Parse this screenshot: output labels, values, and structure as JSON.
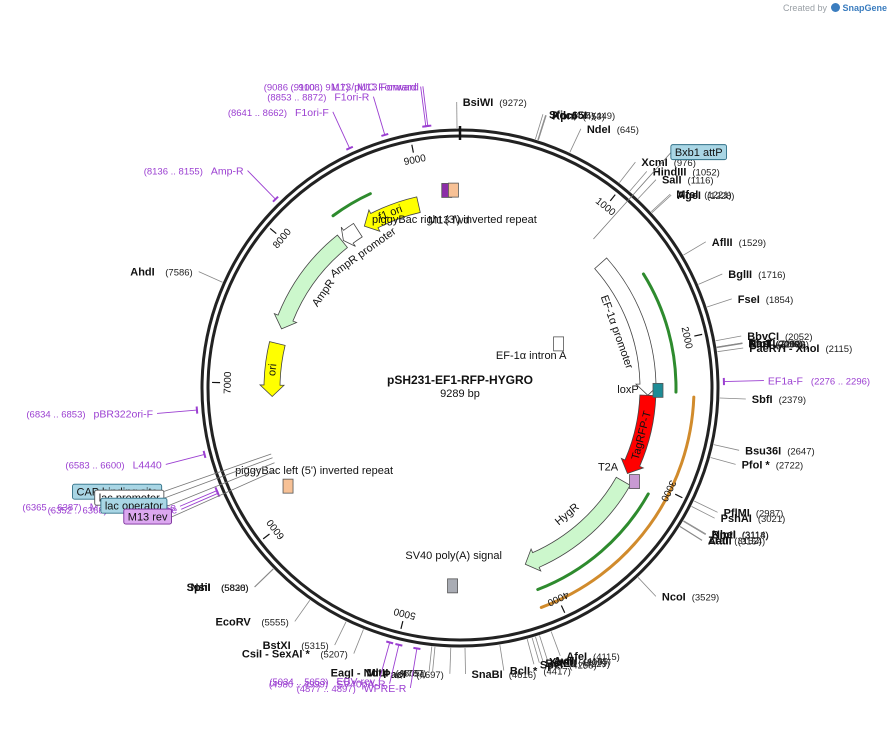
{
  "app": {
    "credit_prefix": "Created by",
    "credit_brand": "SnapGene"
  },
  "plasmid": {
    "name": "pSH231-EF1-RFP-HYGRO",
    "length_label": "9289 bp",
    "total_bp": 9289
  },
  "ticks": [
    {
      "bp": 1000,
      "label": "1000"
    },
    {
      "bp": 2000,
      "label": "2000"
    },
    {
      "bp": 3000,
      "label": "3000"
    },
    {
      "bp": 4000,
      "label": "4000"
    },
    {
      "bp": 5000,
      "label": "5000"
    },
    {
      "bp": 6000,
      "label": "6000"
    },
    {
      "bp": 7000,
      "label": "7000"
    },
    {
      "bp": 8000,
      "label": "8000"
    },
    {
      "bp": 9000,
      "label": "9000"
    }
  ],
  "enzymes": [
    {
      "name": "BsiWI",
      "pos": "(9272)",
      "bp": 9272,
      "side": "top"
    },
    {
      "name": "SfiI",
      "pos": "(435)",
      "bp": 435,
      "side": "right"
    },
    {
      "name": "Acc65I",
      "pos": "(449)",
      "bp": 449,
      "side": "right"
    },
    {
      "name": "KpnI",
      "pos": "(453)",
      "bp": 453,
      "side": "right"
    },
    {
      "name": "NdeI",
      "pos": "(645)",
      "bp": 645,
      "side": "right"
    },
    {
      "name": "XcmI",
      "pos": "(976)",
      "bp": 976,
      "side": "right"
    },
    {
      "name": "HindIII",
      "pos": "(1052)",
      "bp": 1052,
      "side": "right"
    },
    {
      "name": "SalI",
      "pos": "(1116)",
      "bp": 1116,
      "side": "right"
    },
    {
      "name": "MfeI",
      "pos": "(1221)",
      "bp": 1221,
      "side": "right"
    },
    {
      "name": "AgeI",
      "pos": "(1228)",
      "bp": 1228,
      "side": "right"
    },
    {
      "name": "AflII",
      "pos": "(1529)",
      "bp": 1529,
      "side": "right"
    },
    {
      "name": "BglII",
      "pos": "(1716)",
      "bp": 1716,
      "side": "right"
    },
    {
      "name": "FseI",
      "pos": "(1854)",
      "bp": 1854,
      "side": "right"
    },
    {
      "name": "BbvCI",
      "pos": "(2052)",
      "bp": 2052,
      "side": "right"
    },
    {
      "name": "KasI",
      "pos": "(2088)",
      "bp": 2088,
      "side": "right"
    },
    {
      "name": "NarI",
      "pos": "(2089)",
      "bp": 2089,
      "side": "right"
    },
    {
      "name": "SfoI",
      "pos": "(2090)",
      "bp": 2090,
      "side": "right"
    },
    {
      "name": "PluTI",
      "pos": "(2092)",
      "bp": 2092,
      "side": "right"
    },
    {
      "name": "PaeR7I  - XhoI",
      "pos": "(2115)",
      "bp": 2115,
      "side": "right"
    },
    {
      "name": "SbfI",
      "pos": "(2379)",
      "bp": 2379,
      "side": "right"
    },
    {
      "name": "Bsu36I",
      "pos": "(2647)",
      "bp": 2647,
      "side": "right"
    },
    {
      "name": "PfoI *",
      "pos": "(2722)",
      "bp": 2722,
      "side": "right"
    },
    {
      "name": "PflMI",
      "pos": "(2987)",
      "bp": 2987,
      "side": "right"
    },
    {
      "name": "PshAI",
      "pos": "(3021)",
      "bp": 3021,
      "side": "right"
    },
    {
      "name": "NheI",
      "pos": "(3114)",
      "bp": 3114,
      "side": "right"
    },
    {
      "name": "BmtI",
      "pos": "(3118)",
      "bp": 3118,
      "side": "right"
    },
    {
      "name": "ZraI",
      "pos": "(3152)",
      "bp": 3152,
      "side": "right"
    },
    {
      "name": "AatII",
      "pos": "(3154)",
      "bp": 3154,
      "side": "right"
    },
    {
      "name": "NcoI",
      "pos": "(3529)",
      "bp": 3529,
      "side": "right"
    },
    {
      "name": "AfeI",
      "pos": "(4115)",
      "bp": 4115,
      "side": "right"
    },
    {
      "name": "AvrII",
      "pos": "(4185)",
      "bp": 4185,
      "side": "right"
    },
    {
      "name": "XbaI",
      "pos": "(4209)",
      "bp": 4209,
      "side": "right"
    },
    {
      "name": "BstEII",
      "pos": "(4229)",
      "bp": 4229,
      "side": "right"
    },
    {
      "name": "SpeI",
      "pos": "(4258)",
      "bp": 4258,
      "side": "right"
    },
    {
      "name": "BclI *",
      "pos": "(4417)",
      "bp": 4417,
      "side": "right"
    },
    {
      "name": "SnaBI",
      "pos": "(4616)",
      "bp": 4616,
      "side": "right"
    },
    {
      "name": "PacI",
      "pos": "(4697)",
      "bp": 4697,
      "side": "left"
    },
    {
      "name": "MluI",
      "pos": "(4787)",
      "bp": 4787,
      "side": "left"
    },
    {
      "name": "EagI  - NotI",
      "pos": "(4805)",
      "bp": 4805,
      "side": "left"
    },
    {
      "name": "CsiI  - SexAI *",
      "pos": "(5207)",
      "bp": 5207,
      "side": "left"
    },
    {
      "name": "BstXI",
      "pos": "(5315)",
      "bp": 5315,
      "side": "left"
    },
    {
      "name": "EcoRV",
      "pos": "(5555)",
      "bp": 5555,
      "side": "left"
    },
    {
      "name": "NsiI",
      "pos": "(5828)",
      "bp": 5828,
      "side": "left"
    },
    {
      "name": "SphI",
      "pos": "(5830)",
      "bp": 5830,
      "side": "left"
    },
    {
      "name": "AhdI",
      "pos": "(7586)",
      "bp": 7586,
      "side": "left"
    }
  ],
  "primers": [
    {
      "name": "M13 Forward",
      "range": "(9100 .. 9117)",
      "bp": 9108
    },
    {
      "name": "M13/pUC Forward",
      "range": "(9086 .. 9108)",
      "bp": 9097
    },
    {
      "name": "F1ori-R",
      "range": "(8853 .. 8872)",
      "bp": 8862
    },
    {
      "name": "F1ori-F",
      "range": "(8641 .. 8662)",
      "bp": 8651
    },
    {
      "name": "Amp-R",
      "range": "(8136 .. 8155)",
      "bp": 8145
    },
    {
      "name": "pBR322ori-F",
      "range": "(6834 .. 6853)",
      "bp": 6843
    },
    {
      "name": "L4440",
      "range": "(6583 .. 6600)",
      "bp": 6591
    },
    {
      "name": "M13/pUC Reverse",
      "range": "(6365 .. 6387)",
      "bp": 6376
    },
    {
      "name": "M13 Reverse",
      "range": "(6352 .. 6368)",
      "bp": 6360
    },
    {
      "name": "EBV-rev",
      "range": "(5034 .. 5053)",
      "bp": 5043
    },
    {
      "name": "SV40pA-R",
      "range": "(4980 .. 4999)",
      "bp": 4990
    },
    {
      "name": "WPRE-R",
      "range": "(4877 .. 4897)",
      "bp": 4887
    },
    {
      "name": "EF1a-F",
      "range": "(2276 .. 2296)",
      "bp": 2286
    }
  ],
  "boxed_features": [
    {
      "name": "Bxb1 attP",
      "bp": 1080,
      "style": "blue"
    },
    {
      "name": "CAP binding site",
      "bp": 6470,
      "style": "blue"
    },
    {
      "name": "lac promoter",
      "bp": 6440,
      "style": "white"
    },
    {
      "name": "lac operator",
      "bp": 6400,
      "style": "blue"
    },
    {
      "name": "M13 rev",
      "bp": 6345,
      "style": "purple"
    }
  ],
  "features": [
    {
      "name": "f1 ori",
      "start": 8500,
      "end": 8960,
      "type": "arrow",
      "color": "#ffff00",
      "dir": -1,
      "label_inside": true
    },
    {
      "name": "AmpR promoter",
      "start": 8300,
      "end": 8440,
      "type": "arrow",
      "color": "#ffffff",
      "dir": -1,
      "label_inside": false
    },
    {
      "name": "AmpR",
      "start": 7440,
      "end": 8290,
      "type": "arrow",
      "color": "#ccf7cc",
      "dir": -1,
      "label_inside": false
    },
    {
      "name": "ori",
      "start": 6900,
      "end": 7320,
      "type": "arrow",
      "color": "#ffff00",
      "dir": -1,
      "label_inside": true
    },
    {
      "name": "EF-1α promoter",
      "start": 1250,
      "end": 2380,
      "type": "arrow",
      "color": "#ffffff",
      "dir": 1,
      "label_inside": false
    },
    {
      "name": "TagRFP-T",
      "start": 2380,
      "end": 3020,
      "type": "arrow",
      "color": "#ff0000",
      "dir": 1,
      "label_inside": true
    },
    {
      "name": "HygR",
      "start": 3090,
      "end": 4120,
      "type": "arrow",
      "color": "#ccf7cc",
      "dir": 1,
      "label_inside": false
    }
  ],
  "small_features": [
    {
      "name": "M13 fwd",
      "bp": 9190,
      "color": "#8c2ea8"
    },
    {
      "name": "piggyBac right (3') inverted repeat",
      "bp": 9240,
      "color": "#f7c196"
    },
    {
      "name": "loxP",
      "bp": 2340,
      "color": "#1e8c96"
    },
    {
      "name": "T2A",
      "bp": 3050,
      "color": "#c89ad2"
    },
    {
      "name": "SV40 poly(A) signal",
      "bp": 4700,
      "color": "#a9acb4"
    },
    {
      "name": "piggyBac left (5') inverted repeat",
      "bp": 6200,
      "color": "#f7c196"
    },
    {
      "name": "EF-1α intron A",
      "bp": 1700,
      "color": "#ffffff"
    }
  ],
  "colors": {
    "backbone": "#222222",
    "primer": "#9b3fd1",
    "orf_inner": "#2e8b2e",
    "orf_outer": "#d18b2c"
  }
}
